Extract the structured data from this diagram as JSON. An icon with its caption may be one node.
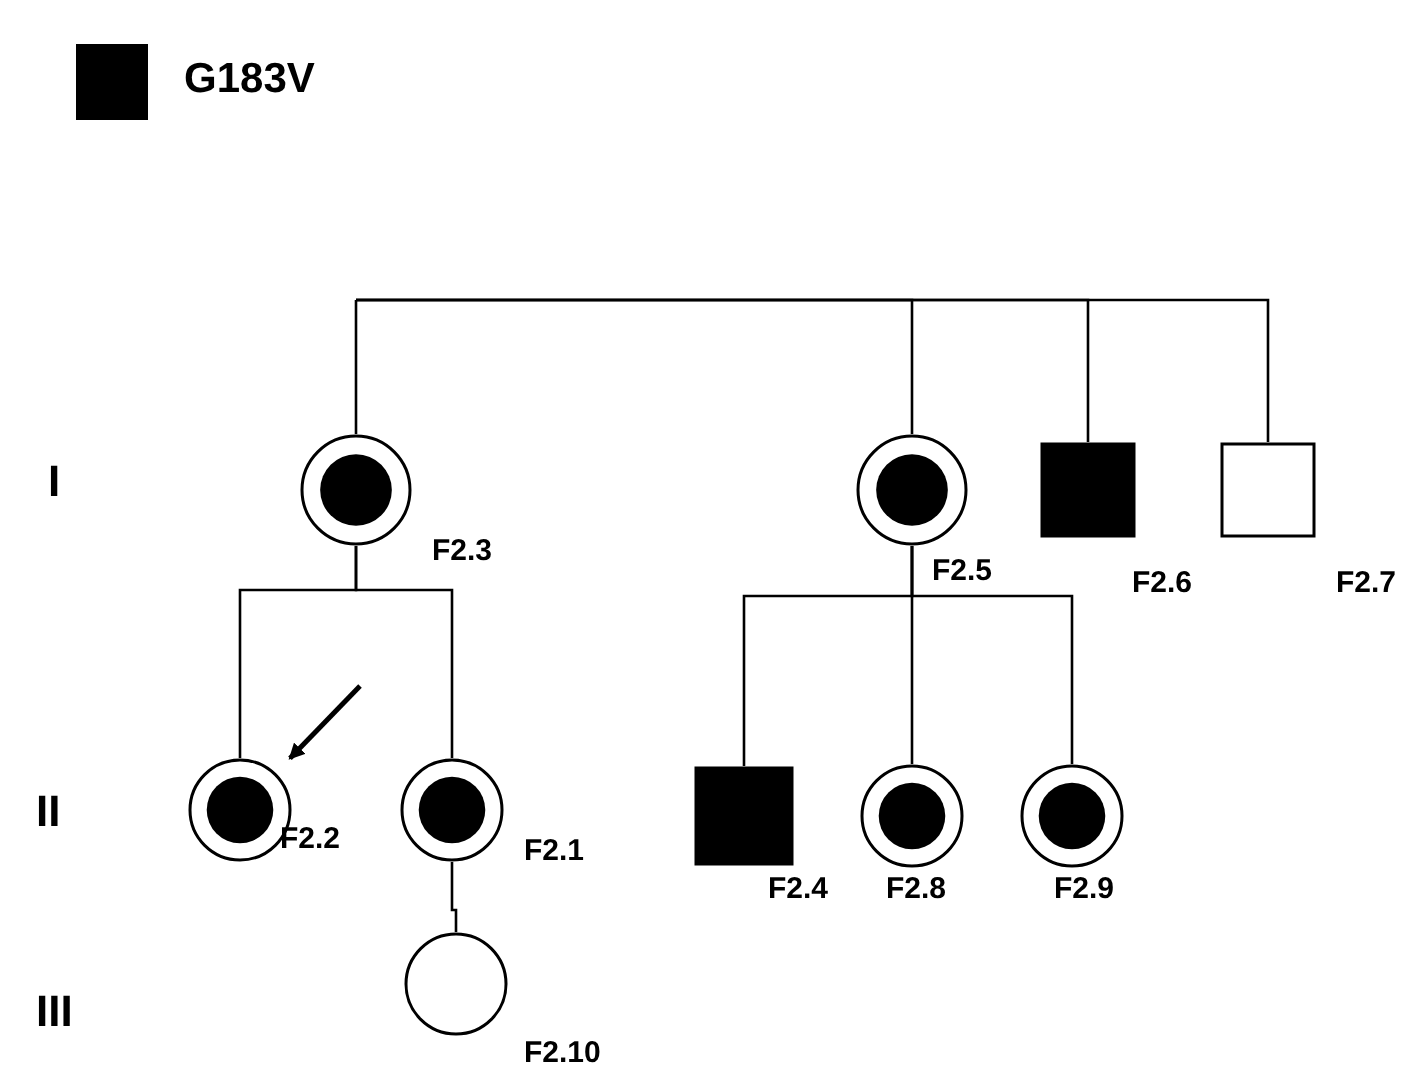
{
  "diagram": {
    "nodes": [
      {
        "text": [],
        "shape": "circle",
        "beside": [
          "F2.3"
        ]
      },
      {
        "text": [],
        "shape": "circle",
        "beside": [
          "F2.5"
        ]
      },
      {
        "text": [],
        "shape": "box",
        "beside": [
          "F2.6"
        ]
      },
      {
        "text": [],
        "shape": "box",
        "beside": [
          "F2.7"
        ]
      },
      {
        "text": [],
        "shape": "circle",
        "beside": [
          "F2.2"
        ]
      },
      {
        "text": [],
        "shape": "circle",
        "beside": [
          "F2.1"
        ]
      },
      {
        "text": [],
        "shape": "box",
        "beside": [
          "F2.4"
        ]
      },
      {
        "text": [],
        "shape": "circle",
        "beside": [
          "F2.8"
        ]
      },
      {
        "text": [],
        "shape": "circle",
        "beside": [
          "F2.9"
        ]
      },
      {
        "text": [],
        "shape": "circle",
        "beside": [
          "F2.10"
        ]
      }
    ],
    "edges": [
      {
        "from": null,
        "to": 0,
        "arrow": "none"
      },
      {
        "from": null,
        "to": 1,
        "arrow": "none"
      },
      {
        "from": null,
        "to": 2,
        "arrow": "none"
      },
      {
        "from": null,
        "to": 3,
        "arrow": "none"
      },
      {
        "from": 0,
        "to": 4,
        "arrow": "none"
      },
      {
        "from": 0,
        "to": 5,
        "arrow": "none"
      },
      {
        "from": 1,
        "to": 6,
        "arrow": "none"
      },
      {
        "from": 1,
        "to": 7,
        "arrow": "none"
      },
      {
        "from": 1,
        "to": 8,
        "arrow": "none"
      },
      {
        "from": 5,
        "to": 9,
        "arrow": "none"
      },
      {
        "from": null,
        "to": 4,
        "arrow": "to"
      }
    ],
    "labels": [
      "I",
      "II",
      "III"
    ],
    "legend": [
      {
        "text": "G183V",
        "color": "#000000"
      }
    ]
  }
}
